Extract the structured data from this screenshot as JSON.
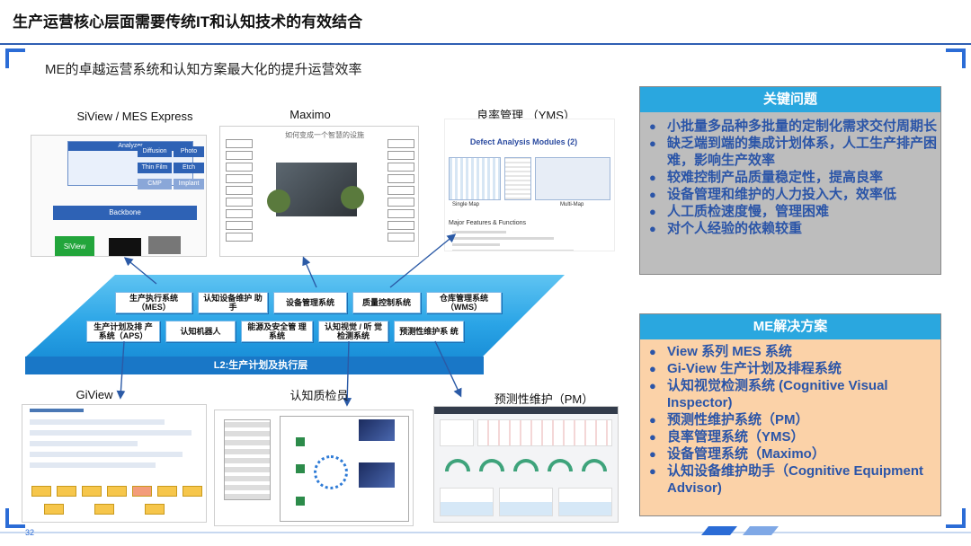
{
  "page": {
    "title": "生产运营核心层面需要传统IT和认知技术的有效结合",
    "subtitle": "ME的卓越运营系统和认知方案最大化的提升运营效率",
    "page_number": "32"
  },
  "captions": {
    "siview": "SiView / MES Express",
    "maximo": "Maximo",
    "yms": "良率管理 （YMS）",
    "giview": "GiView",
    "inspector": "认知质检员",
    "pm": "预测性维护（PM）"
  },
  "thumbs": {
    "siview": {
      "analyzer": "Analyzer",
      "diffusion": "Diffusion",
      "photo": "Photo",
      "thin_film": "Thin Film",
      "etch": "Etch",
      "cmp": "CMP",
      "implant": "Implant",
      "backbone": "Backbone",
      "siview": "SiView"
    },
    "maximo": {
      "title": "如何变成一个智慧的设施"
    },
    "yms": {
      "heading": "Defect Analysis Modules (2)",
      "single_map": "Single Map",
      "multi_map": "Multi-Map",
      "features": "Major Features & Functions"
    }
  },
  "platform": {
    "label": "L2:生产计划及执行层",
    "modules_top": [
      "生产执行系统 （MES）",
      "认知设备维护 助手",
      "设备管理系统",
      "质量控制系统",
      "仓库管理系统 （WMS）"
    ],
    "modules_bottom": [
      "生产计划及排 产系统（APS）",
      "认知机器人",
      "能源及安全管 理系统",
      "认知视觉 / 听 觉 检测系统",
      "预测性维护系 统"
    ]
  },
  "key_issues": {
    "title": "关键问题",
    "items": [
      "小批量多品种多批量的定制化需求交付周期长",
      "缺乏端到端的集成计划体系，人工生产排产困难，影响生产效率",
      "较难控制产品质量稳定性，提高良率",
      "设备管理和维护的人力投入大，效率低",
      "人工质检速度慢，管理困难",
      "对个人经验的依赖较重"
    ]
  },
  "solutions": {
    "title": "ME解决方案",
    "items": [
      "View 系列 MES 系统",
      "Gi-View 生产计划及排程系统",
      "认知视觉检测系统 (Cognitive Visual Inspector)",
      "预测性维护系统（PM）",
      "良率管理系统（YMS）",
      "设备管理系统（Maximo）",
      "认知设备维护助手（Cognitive Equipment Advisor)"
    ]
  },
  "colors": {
    "accent": "#2b6cd6",
    "panel_header": "#2aa7df",
    "issues_bg": "#bdbdbd",
    "solutions_bg": "#fbd2a8",
    "bullet_text": "#2b55a8"
  }
}
